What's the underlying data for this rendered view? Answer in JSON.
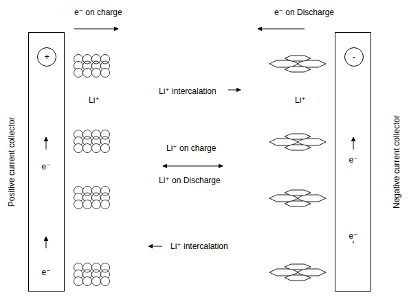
{
  "diagram": {
    "nodes": [
      {
        "text": [
          "Positive current collector"
        ]
      },
      {
        "text": [
          "+"
        ],
        "in": 0
      },
      {
        "text": [
          "Negative current collector"
        ]
      },
      {
        "text": [
          "-"
        ],
        "in": 2
      }
    ],
    "labels": [
      "e⁻ on charge",
      "e⁻ on Discharge",
      "Li⁺",
      "Li⁺ intercalation",
      "Li⁺",
      "Li⁺ on charge",
      "Li⁺ on Discharge",
      "Li⁺ intercalation",
      "e⁻",
      "e⁻",
      "e⁻",
      "e⁻"
    ]
  }
}
